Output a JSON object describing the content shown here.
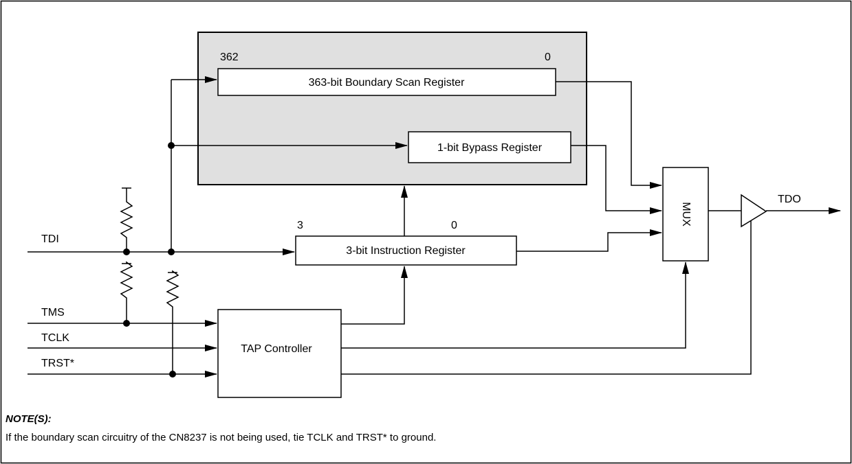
{
  "diagram": {
    "registers": {
      "boundary_scan": {
        "label": "363-bit Boundary Scan Register",
        "msb": "362",
        "lsb": "0"
      },
      "bypass": {
        "label": "1-bit Bypass Register"
      },
      "instruction": {
        "label": "3-bit Instruction Register",
        "msb": "3",
        "lsb": "0"
      }
    },
    "mux": {
      "label": "MUX"
    },
    "tap_controller": {
      "label": "TAP Controller"
    },
    "signals": {
      "tdi": "TDI",
      "tms": "TMS",
      "tclk": "TCLK",
      "trst": "TRST*",
      "tdo": "TDO"
    }
  },
  "notes": {
    "title": "NOTE(S):",
    "text": "If the boundary scan circuitry of the CN8237 is not being used, tie TCLK and TRST* to ground."
  }
}
